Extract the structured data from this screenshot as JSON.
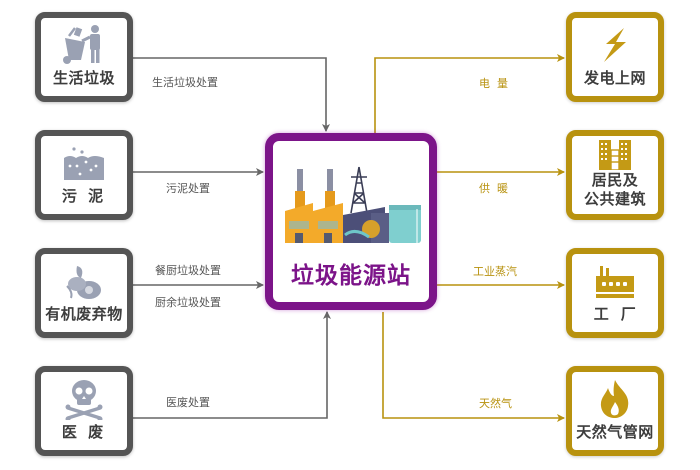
{
  "colors": {
    "source_border": "#555555",
    "target_border": "#b8920f",
    "center_border": "#7c1489",
    "source_line": "#666666",
    "target_line": "#b8920f",
    "icon_gray": "#9aa1b3",
    "icon_gold": "#b8920f"
  },
  "center": {
    "title": "垃圾能源站",
    "icon": "factory-power-plant-icon"
  },
  "sources": [
    {
      "label": "生活垃圾",
      "icon": "trash-disposal-icon",
      "edges": [
        "生活垃圾处置"
      ]
    },
    {
      "label": "污 泥",
      "icon": "sludge-icon",
      "edges": [
        "污泥处置"
      ]
    },
    {
      "label": "有机废弃物",
      "icon": "organic-waste-icon",
      "edges": [
        "餐厨垃圾处置",
        "厨余垃圾处置"
      ]
    },
    {
      "label": "医 废",
      "icon": "skull-crossbones-icon",
      "edges": [
        "医废处置"
      ]
    }
  ],
  "targets": [
    {
      "label": "发电上网",
      "icon": "lightning-icon",
      "edge": "电  量"
    },
    {
      "label": "居民及\n公共建筑",
      "icon": "buildings-icon",
      "edge": "供  暖"
    },
    {
      "label": "工  厂",
      "icon": "factory-icon",
      "edge": "工业蒸汽"
    },
    {
      "label": "天然气管网",
      "icon": "flame-icon",
      "edge": "天然气"
    }
  ]
}
